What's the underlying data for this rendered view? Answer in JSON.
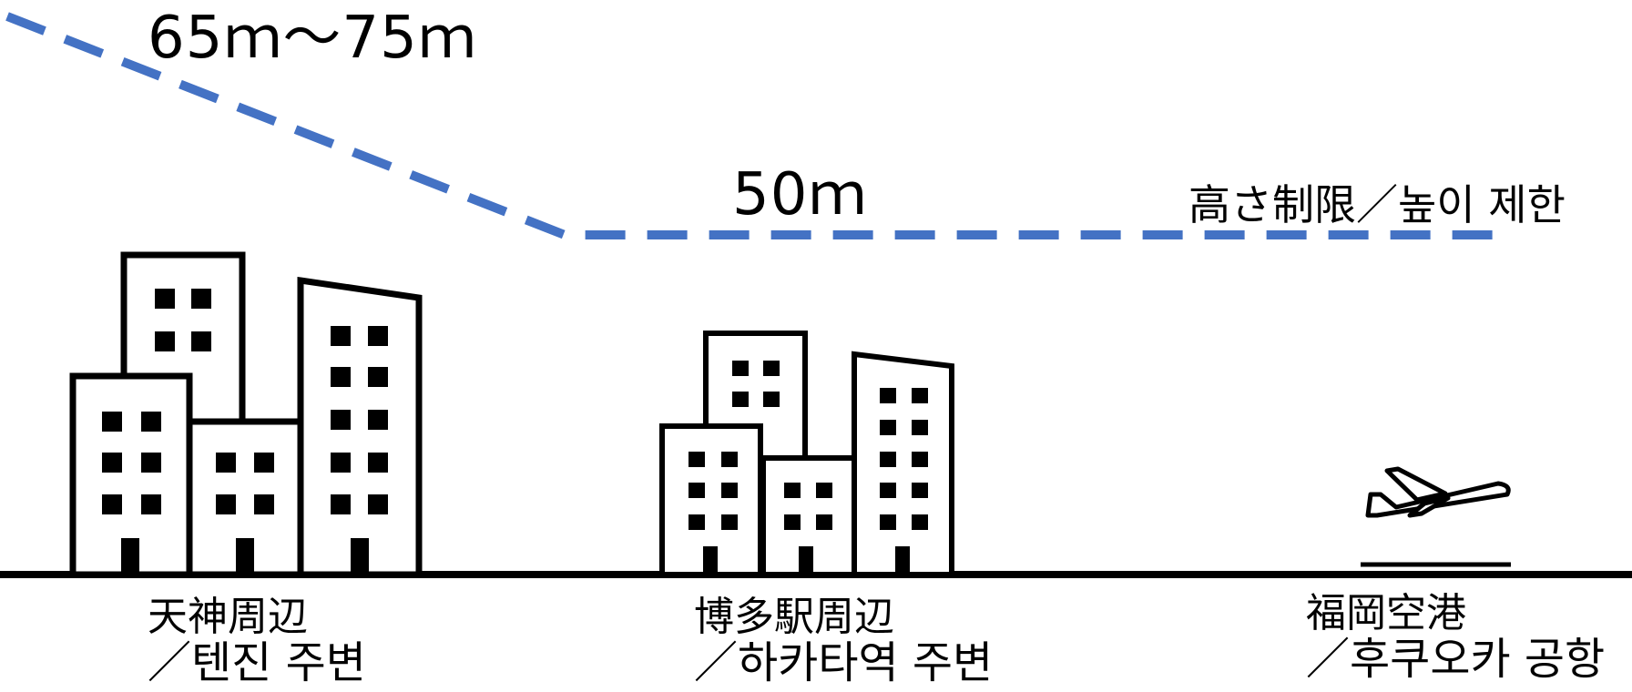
{
  "colors": {
    "limit_line": "#4472C4",
    "ink": "#000000",
    "background": "#FFFFFF"
  },
  "heights": {
    "tenjin": "65ｍ～75ｍ",
    "hakata": "50ｍ",
    "limit_label_jp": "高さ制限",
    "limit_label_ko": "／높이 제한"
  },
  "areas": [
    {
      "jp": "天神周辺",
      "ko": "／텐진 주변",
      "icon": "buildings-large-icon"
    },
    {
      "jp": "博多駅周辺",
      "ko": "／하카타역 주변",
      "icon": "buildings-medium-icon"
    },
    {
      "jp": "福岡空港",
      "ko": "／후쿠오카 공항",
      "icon": "airplane-takeoff-icon"
    }
  ]
}
